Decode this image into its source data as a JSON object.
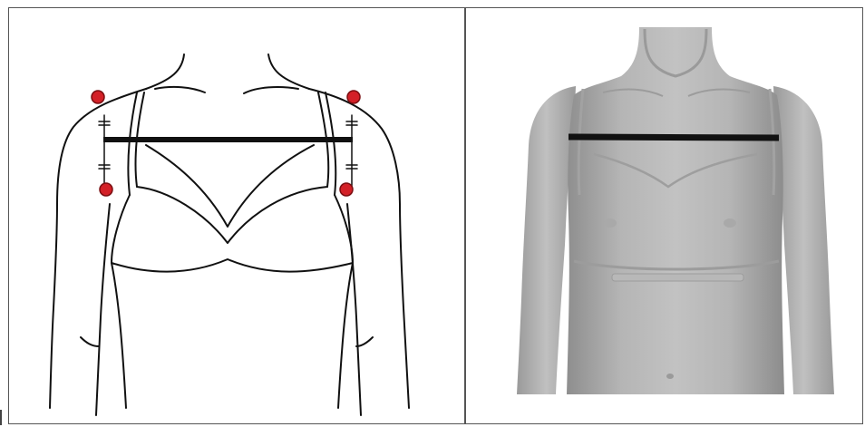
{
  "panels": [
    {
      "id": "line-drawing",
      "landmark_color": "#d32027",
      "measurement_line_color": "#111111",
      "landmarks": [
        "left-shoulder-point",
        "right-shoulder-point",
        "left-armpit-point",
        "right-armpit-point"
      ]
    },
    {
      "id": "3d-body-scan",
      "measurement_line_color": "#111111",
      "skin_color": "#a9a9a9"
    }
  ]
}
